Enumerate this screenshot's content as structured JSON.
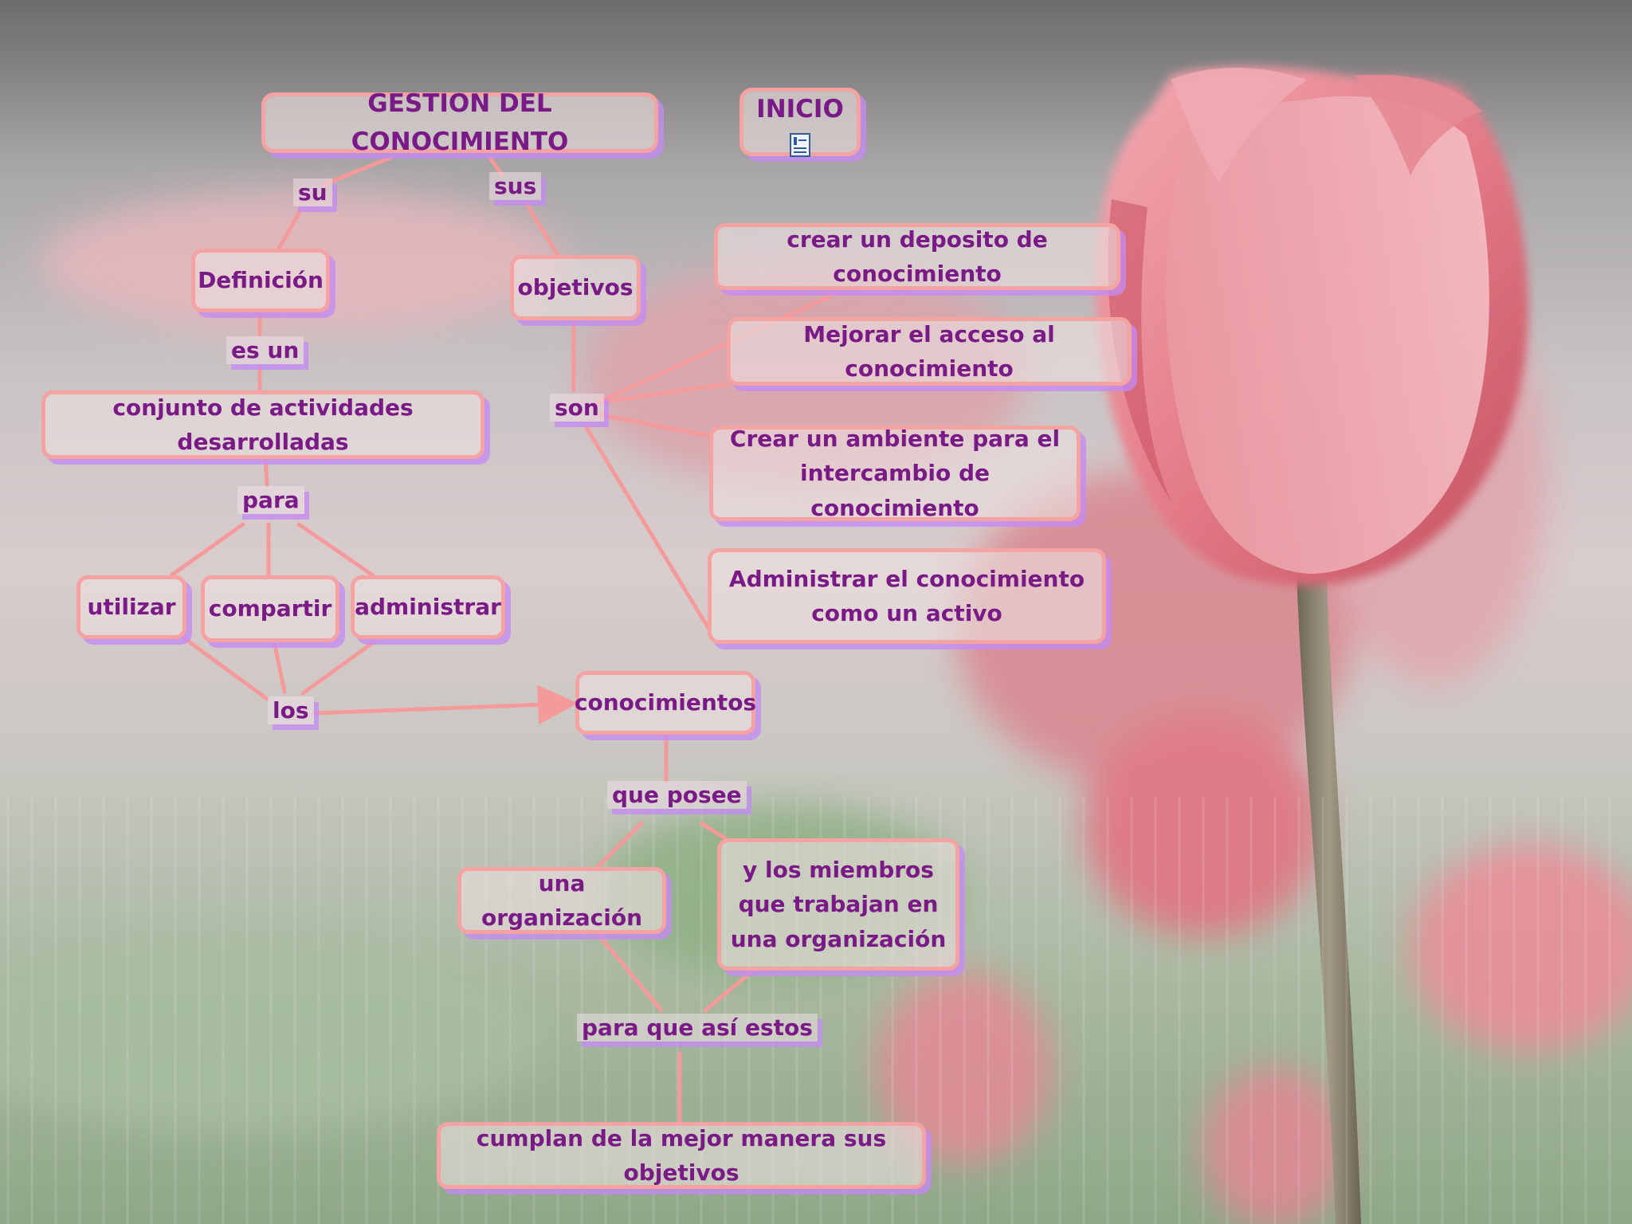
{
  "diagram": {
    "title": "GESTION DEL CONOCIMIENTO",
    "start_button": {
      "label": "INICIO",
      "icon": "document-icon"
    },
    "nodes": {
      "definicion": "Definición",
      "objetivos": "objetivos",
      "conjunto": "conjunto de actividades desarrolladas",
      "utilizar": "utilizar",
      "compartir": "compartir",
      "administrar": "administrar",
      "conocimientos": "conocimientos",
      "organizacion": "una organización",
      "miembros": "y los miembros que trabajan en una organización",
      "cumplan": "cumplan de la mejor manera sus objetivos",
      "obj1": "crear un deposito de conocimiento",
      "obj2": "Mejorar el acceso al conocimiento",
      "obj3": "Crear un ambiente para el intercambio de conocimiento",
      "obj4": "Administrar el conocimiento como un activo"
    },
    "links": {
      "su": "su",
      "sus": "sus",
      "es_un": "es un",
      "para": "para",
      "los": "los",
      "son": "son",
      "que_posee": "que posee",
      "para_que": "para que así estos"
    }
  },
  "colors": {
    "node_border": "#f4a2a2",
    "node_shadow": "#c48af2",
    "text": "#7a1a86",
    "connector": "#f49a9a",
    "tulip": "#e0737e"
  }
}
